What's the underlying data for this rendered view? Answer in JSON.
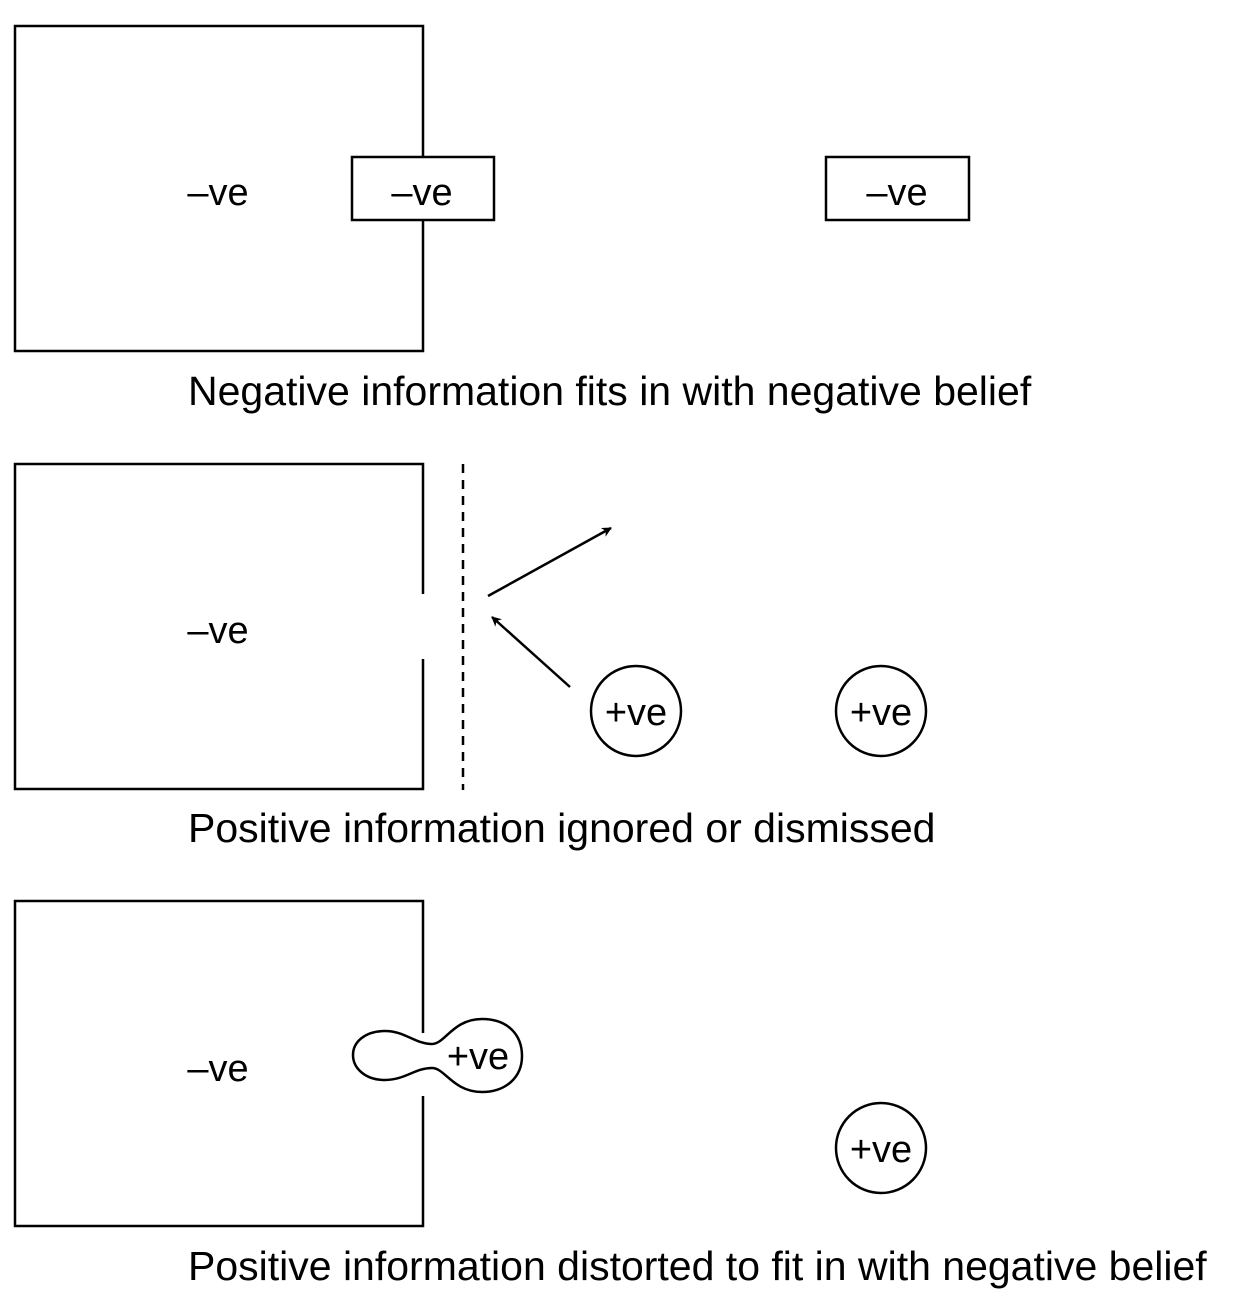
{
  "panels": [
    {
      "belief_label": "–ve",
      "incoming_label": "–ve",
      "source_label": "–ve",
      "caption": "Negative information fits in with negative belief"
    },
    {
      "belief_label": "–ve",
      "incoming_label": "+ve",
      "source_label": "+ve",
      "caption": "Positive information ignored or dismissed"
    },
    {
      "belief_label": "–ve",
      "incoming_label": "+ve",
      "source_label": "+ve",
      "caption": "Positive information distorted to fit in with negative belief"
    }
  ]
}
